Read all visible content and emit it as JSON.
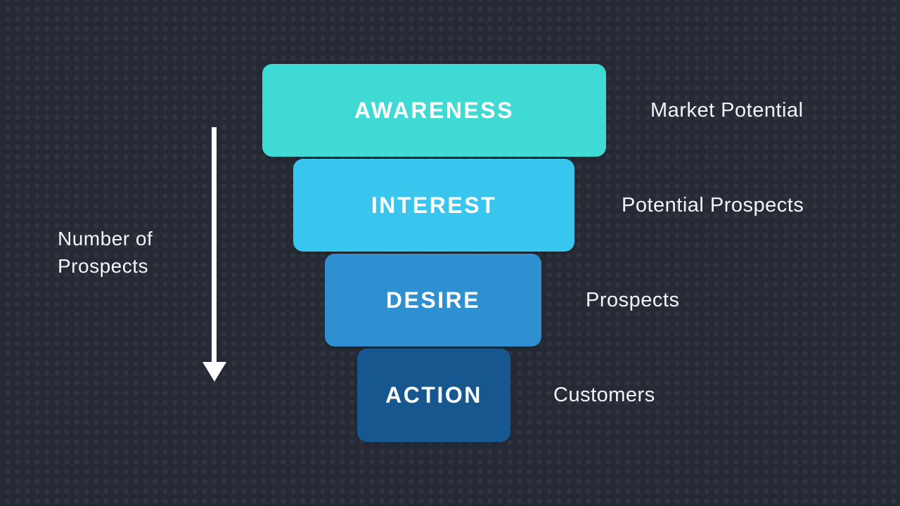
{
  "background": {
    "base_color": "#262a34",
    "dot_color": "#2f3440"
  },
  "funnel": {
    "type": "funnel",
    "stages": [
      {
        "label": "AWARENESS",
        "annotation": "Market Potential",
        "color": "#3fdad4"
      },
      {
        "label": "INTEREST",
        "annotation": "Potential Prospects",
        "color": "#38c5ee"
      },
      {
        "label": "DESIRE",
        "annotation": "Prospects",
        "color": "#2e90d1"
      },
      {
        "label": "ACTION",
        "annotation": "Customers",
        "color": "#15578e"
      }
    ]
  },
  "axis": {
    "label": "Number of Prospects",
    "direction": "down",
    "arrow_color": "#ffffff"
  }
}
